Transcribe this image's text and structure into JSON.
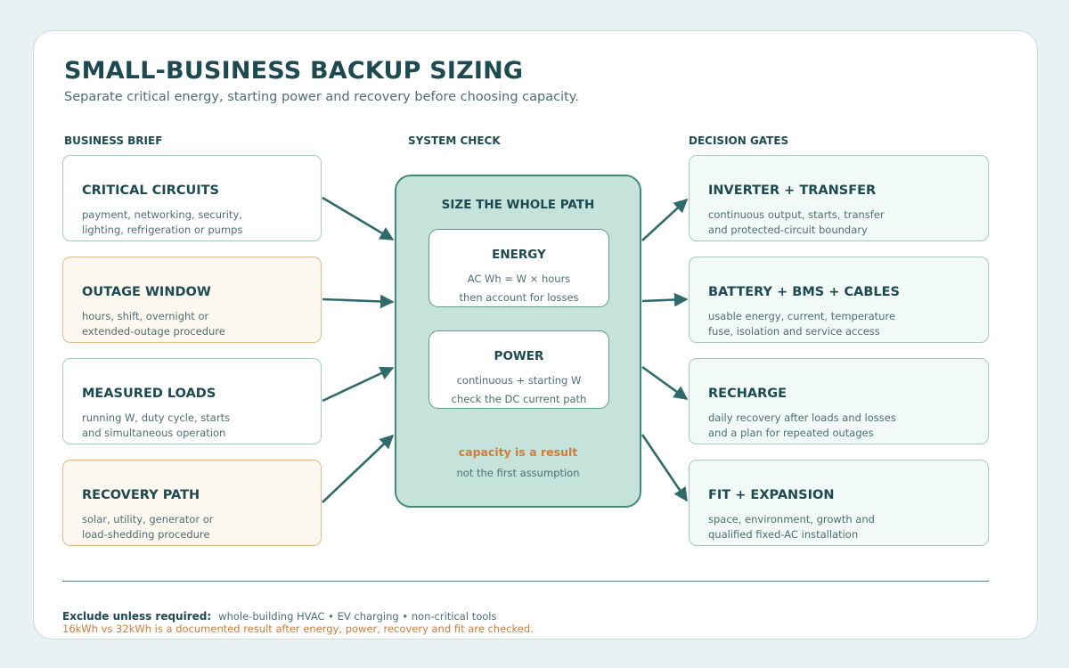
{
  "header": {
    "title": "SMALL-BUSINESS BACKUP SIZING",
    "subtitle": "Separate critical energy, starting power and recovery before choosing capacity."
  },
  "columns": {
    "left": "BUSINESS BRIEF",
    "center": "SYSTEM CHECK",
    "right": "DECISION GATES"
  },
  "left_boxes": [
    {
      "title": "CRITICAL CIRCUITS",
      "line1": "payment, networking, security,",
      "line2": "lighting, refrigeration or pumps",
      "style": "neutral"
    },
    {
      "title": "OUTAGE WINDOW",
      "line1": "hours, shift, overnight or",
      "line2": "extended-outage procedure",
      "style": "warm"
    },
    {
      "title": "MEASURED LOADS",
      "line1": "running W, duty cycle, starts",
      "line2": "and simultaneous operation",
      "style": "neutral"
    },
    {
      "title": "RECOVERY PATH",
      "line1": "solar, utility, generator or",
      "line2": "load-shedding procedure",
      "style": "warm"
    }
  ],
  "center": {
    "title": "SIZE THE WHOLE PATH",
    "energy": {
      "title": "ENERGY",
      "line1": "AC Wh = W × hours",
      "line2": "then account for losses"
    },
    "power": {
      "title": "POWER",
      "line1": "continuous + starting W",
      "line2": "check the DC current path"
    },
    "note": "capacity is a result",
    "note_sub": "not the first assumption"
  },
  "right_boxes": [
    {
      "title": "INVERTER + TRANSFER",
      "line1": "continuous output, starts, transfer",
      "line2": "and protected-circuit boundary"
    },
    {
      "title": "BATTERY + BMS + CABLES",
      "line1": "usable energy, current, temperature",
      "line2": "fuse, isolation and service access"
    },
    {
      "title": "RECHARGE",
      "line1": "daily recovery after loads and losses",
      "line2": "and a plan for repeated outages"
    },
    {
      "title": "FIT + EXPANSION",
      "line1": "space, environment, growth and",
      "line2": "qualified fixed-AC installation"
    }
  ],
  "footer": {
    "exclude_label": "Exclude unless required:",
    "exclude_text": "whole-building HVAC • EV charging • non-critical tools",
    "note": "16kWh vs 32kWh is a documented result after energy, power, recovery and fit are checked."
  },
  "colors": {
    "accent": "#1d4a50",
    "arrow": "#2f6b6b",
    "center_fill": "#c5e3da",
    "warm_border": "#e2b98a",
    "highlight": "#cf7c3c"
  }
}
